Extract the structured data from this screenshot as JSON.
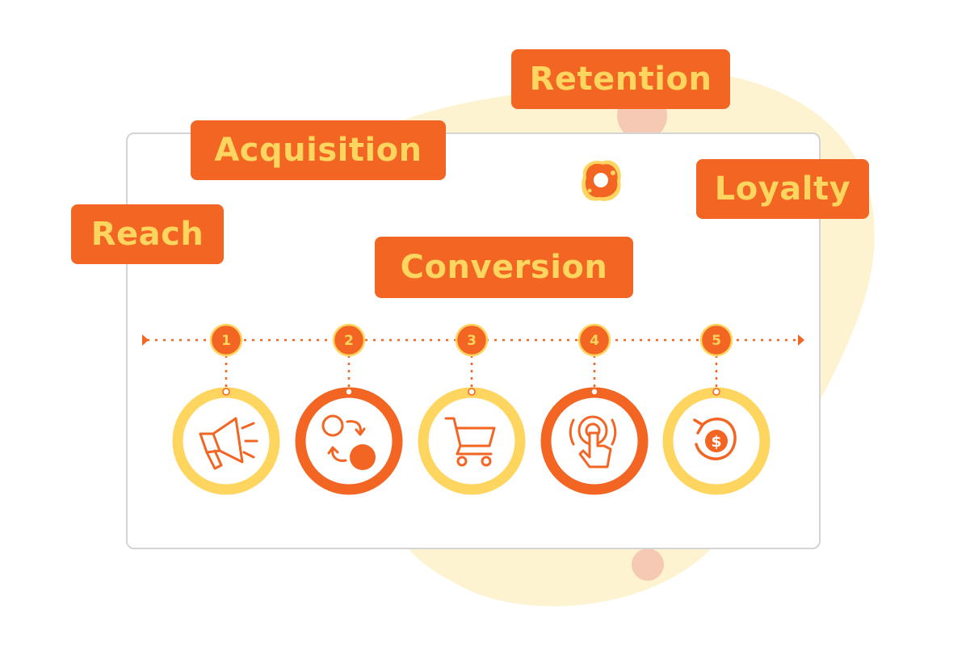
{
  "stages": [
    {
      "number": "1",
      "label": "Reach",
      "icon": "megaphone-icon"
    },
    {
      "number": "2",
      "label": "Acquisition",
      "icon": "exchange-circles-icon"
    },
    {
      "number": "3",
      "label": "Conversion",
      "icon": "shopping-cart-icon"
    },
    {
      "number": "4",
      "label": "Retention",
      "icon": "tap-hand-icon"
    },
    {
      "number": "5",
      "label": "Loyalty",
      "icon": "dollar-refresh-icon"
    }
  ],
  "colors": {
    "orange": "#f26522",
    "yellow": "#fdd55f",
    "blob": "#fdf3d0",
    "pink_dot": "#f6c9b4",
    "card_border": "#d4d4d4"
  }
}
